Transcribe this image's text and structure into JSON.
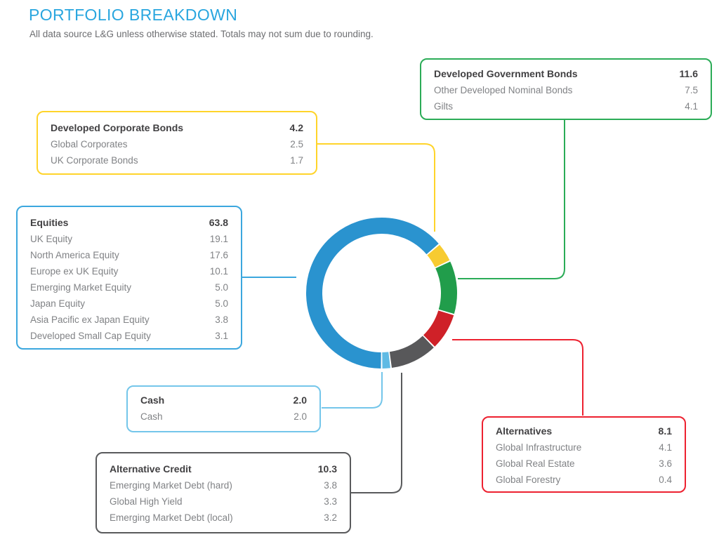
{
  "header": {
    "title": "PORTFOLIO BREAKDOWN",
    "subtitle": "All data source L&G unless otherwise stated. Totals may not sum due to rounding."
  },
  "colors": {
    "title_blue": "#29A6DF"
  },
  "groups": {
    "government_bonds": {
      "label": "Developed Government Bonds",
      "value": "11.6",
      "color": "#2BAC57",
      "items": [
        {
          "label": "Other Developed Nominal Bonds",
          "value": "7.5"
        },
        {
          "label": "Gilts",
          "value": "4.1"
        }
      ]
    },
    "corporate_bonds": {
      "label": "Developed Corporate Bonds",
      "value": "4.2",
      "color": "#FFD42A",
      "items": [
        {
          "label": "Global Corporates",
          "value": "2.5"
        },
        {
          "label": "UK Corporate Bonds",
          "value": "1.7"
        }
      ]
    },
    "equities": {
      "label": "Equities",
      "value": "63.8",
      "color": "#3BA7DE",
      "items": [
        {
          "label": "UK Equity",
          "value": "19.1"
        },
        {
          "label": "North America Equity",
          "value": "17.6"
        },
        {
          "label": "Europe ex UK Equity",
          "value": "10.1"
        },
        {
          "label": "Emerging Market Equity",
          "value": "5.0"
        },
        {
          "label": "Japan Equity",
          "value": "5.0"
        },
        {
          "label": "Asia Pacific ex Japan Equity",
          "value": "3.8"
        },
        {
          "label": "Developed Small Cap Equity",
          "value": "3.1"
        }
      ]
    },
    "cash": {
      "label": "Cash",
      "value": "2.0",
      "color": "#74C6EA",
      "items": [
        {
          "label": "Cash",
          "value": "2.0"
        }
      ]
    },
    "alternative_credit": {
      "label": "Alternative Credit",
      "value": "10.3",
      "color": "#595A5C",
      "items": [
        {
          "label": "Emerging Market Debt (hard)",
          "value": "3.8"
        },
        {
          "label": "Global High Yield",
          "value": "3.3"
        },
        {
          "label": "Emerging Market Debt (local)",
          "value": "3.2"
        }
      ]
    },
    "alternatives": {
      "label": "Alternatives",
      "value": "8.1",
      "color": "#ED2130",
      "items": [
        {
          "label": "Global Infrastructure",
          "value": "4.1"
        },
        {
          "label": "Global Real Estate",
          "value": "3.6"
        },
        {
          "label": "Global Forestry",
          "value": "0.4"
        }
      ]
    }
  },
  "chart_data": {
    "type": "pie",
    "variant": "donut",
    "title": "Portfolio allocation (%)",
    "start_angle_deg": 180,
    "direction": "clockwise",
    "center": {
      "x": 543.5,
      "y": 417.5
    },
    "outer_radius": 107.5,
    "ring_thickness": 23,
    "series": [
      {
        "name": "Equities",
        "value": 63.8,
        "color": "#2A93CF"
      },
      {
        "name": "Developed Corporate Bonds",
        "value": 4.2,
        "color": "#F7CB31"
      },
      {
        "name": "Developed Government Bonds",
        "value": 11.6,
        "color": "#219D4B"
      },
      {
        "name": "Alternatives",
        "value": 8.1,
        "color": "#CF2128"
      },
      {
        "name": "Alternative Credit",
        "value": 10.3,
        "color": "#58585A"
      },
      {
        "name": "Cash",
        "value": 2.0,
        "color": "#5FBAE4"
      }
    ]
  }
}
